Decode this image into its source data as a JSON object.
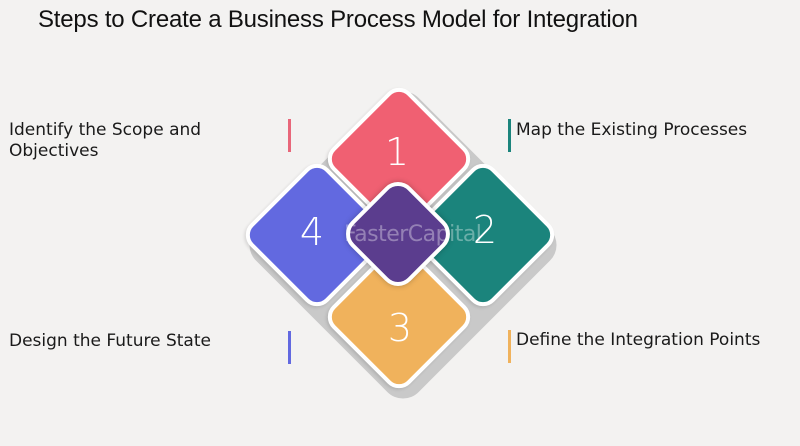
{
  "header": {
    "title": "Steps to Create a Business Process Model for Integration"
  },
  "steps": [
    {
      "number": "1",
      "label_line1": "Identify the Scope and",
      "label_line2": "Objectives",
      "color": "#f06072",
      "position": "top-left"
    },
    {
      "number": "2",
      "label_line1": "Map the Existing Processes",
      "label_line2": "",
      "color": "#1b847c",
      "position": "top-right"
    },
    {
      "number": "3",
      "label_line1": "Define the Integration Points",
      "label_line2": "",
      "color": "#f0b25c",
      "position": "bottom-right"
    },
    {
      "number": "4",
      "label_line1": "Design the Future State",
      "label_line2": "",
      "color": "#6269e0",
      "position": "bottom-left"
    }
  ],
  "center": {
    "color": "#5b3d8e",
    "watermark": "FasterCapital"
  },
  "colors": {
    "background": "#f3f2f1",
    "text": "#1a1a1a"
  }
}
